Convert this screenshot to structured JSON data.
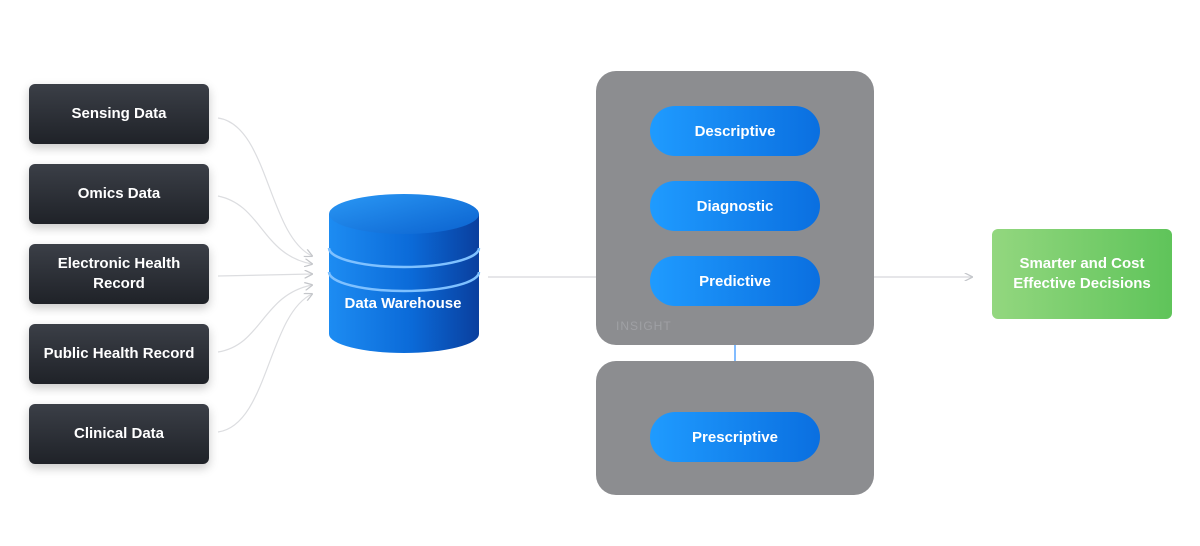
{
  "sources": [
    {
      "label": "Sensing Data"
    },
    {
      "label": "Omics Data"
    },
    {
      "label": "Electronic Health Record"
    },
    {
      "label": "Public Health Record"
    },
    {
      "label": "Clinical Data"
    }
  ],
  "warehouse": {
    "label": "Data Warehouse"
  },
  "insight": {
    "label": "INSIGHT",
    "stages": [
      {
        "label": "Descriptive"
      },
      {
        "label": "Diagnostic"
      },
      {
        "label": "Predictive"
      }
    ]
  },
  "prescriptive": {
    "label": "Prescriptive"
  },
  "outcome": {
    "label": "Smarter and Cost Effective Decisions"
  },
  "colors": {
    "source_box": "#2b2e35",
    "pill": "#1a8cff",
    "database": "#0a6fe0",
    "panel": "#8c8d90",
    "outcome": "#78cf6c",
    "connector": "#d6d8dc",
    "blue_arrow": "#2f8fff"
  }
}
